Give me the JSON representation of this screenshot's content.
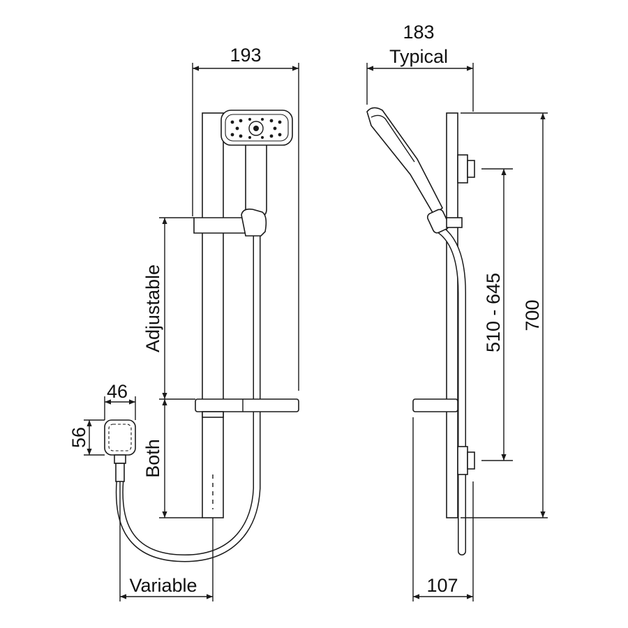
{
  "dimensions": {
    "width_front": "193",
    "width_side_value": "183",
    "width_side_note": "Typical",
    "adjustable": "Adjustable",
    "both": "Both",
    "variable": "Variable",
    "outlet_width": "46",
    "outlet_height": "56",
    "rail_range": "510 - 645",
    "overall_height": "700",
    "rail_depth": "107"
  },
  "colors": {
    "line": "#1a1a1a",
    "background": "#ffffff"
  }
}
